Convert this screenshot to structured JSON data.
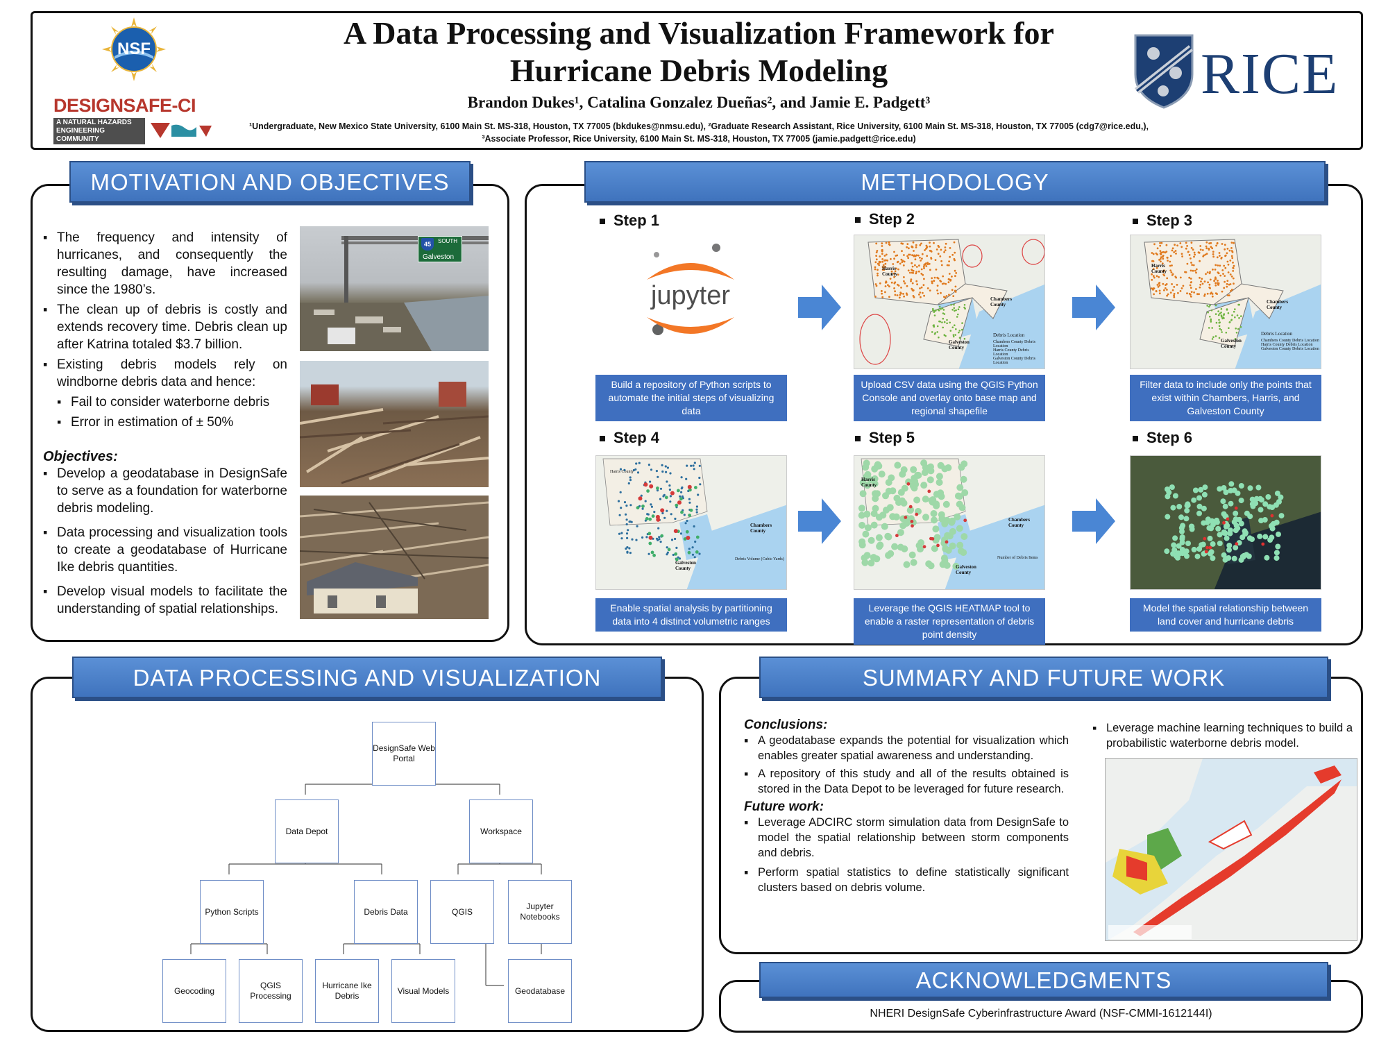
{
  "header": {
    "title_line1": "A Data Processing and Visualization Framework for",
    "title_line2": "Hurricane Debris Modeling",
    "authors": "Brandon Dukes¹, Catalina Gonzalez Dueñas², and Jamie E. Padgett³",
    "affiliation_line1": "¹Undergraduate, New Mexico State University, 6100 Main St. MS-318, Houston, TX 77005 (bkdukes@nmsu.edu), ²Graduate Research Assistant, Rice University, 6100 Main St. MS-318, Houston, TX 77005 (cdg7@rice.edu,),",
    "affiliation_line2": "³Associate Professor, Rice University, 6100 Main St. MS-318, Houston, TX 77005 (jamie.padgett@rice.edu)",
    "nsf_logo_text": "NSF",
    "designsafe_logo_text": "DESIGNSAFE-CI",
    "designsafe_tagline1": "A NATURAL HAZARDS",
    "designsafe_tagline2": "ENGINEERING COMMUNITY",
    "rice_logo_text": "RICE"
  },
  "motivation": {
    "heading": "MOTIVATION AND OBJECTIVES",
    "bullets": [
      "The frequency and intensity of hurricanes, and consequently the resulting damage, have increased since the 1980’s.",
      "The clean up of debris is costly and extends recovery time. Debris clean up  after Katrina totaled $3.7 billion.",
      "Existing debris models rely on windborne debris data and hence:"
    ],
    "sub_bullets": [
      "Fail to consider waterborne debris",
      "Error in estimation of ± 50%"
    ],
    "objectives_heading": "Objectives:",
    "objectives": [
      "Develop a geodatabase in DesignSafe to serve as a foundation for waterborne debris modeling.",
      "Data processing and visualization tools to create a geodatabase of Hurricane Ike debris quantities.",
      "Develop visual models to facilitate the understanding of spatial relationships."
    ],
    "photo_sign_top": "SOUTH",
    "photo_sign_num": "45",
    "photo_sign_city": "Galveston"
  },
  "methodology": {
    "heading": "METHODOLOGY",
    "steps": [
      {
        "label": "Step 1",
        "caption": "Build a repository of Python scripts to automate the initial steps of visualizing data"
      },
      {
        "label": "Step 2",
        "caption": "Upload CSV data using  the QGIS Python Console and  overlay onto base map and regional shapefile"
      },
      {
        "label": "Step 3",
        "caption": "Filter data to include only the points that exist within Chambers, Harris, and Galveston County"
      },
      {
        "label": "Step 4",
        "caption": "Enable spatial analysis by partitioning data into 4 distinct volumetric ranges"
      },
      {
        "label": "Step 5",
        "caption": "Leverage the QGIS HEATMAP tool to enable a raster representation of debris point density"
      },
      {
        "label": "Step 6",
        "caption": "Model the spatial relationship between land cover and hurricane debris"
      }
    ],
    "jupyter_text": "jupyter",
    "map_labels": {
      "harris": "Harris County",
      "chambers": "Chambers County",
      "galveston": "Galveston County",
      "legend_title": "Debris Location",
      "legend_items": [
        "Chambers County Debris Location",
        "Harris County Debris Location",
        "Galveston County Debris Location"
      ],
      "volume_legend": "Debris Volume (Cubic Yards)",
      "count_legend": "Number of Debris Items"
    }
  },
  "data_processing": {
    "heading": "DATA PROCESSING AND VISUALIZATION",
    "nodes": {
      "portal": "DesignSafe Web Portal",
      "depot": "Data Depot",
      "workspace": "Workspace",
      "python": "Python Scripts",
      "debris": "Debris Data",
      "qgis": "QGIS",
      "jupyter": "Jupyter Notebooks",
      "geocoding": "Geocoding",
      "qgisproc": "QGIS Processing",
      "ike": "Hurricane Ike Debris",
      "visual": "Visual Models",
      "geodb": "Geodatabase"
    }
  },
  "summary": {
    "heading": "SUMMARY AND FUTURE WORK",
    "conclusions_heading": "Conclusions:",
    "conclusions": [
      "A geodatabase expands the potential for visualization which enables greater spatial awareness and understanding.",
      "A repository of this study and all of the results obtained is stored in the Data Depot to be leveraged for future research."
    ],
    "future_heading": "Future work:",
    "future": [
      "Leverage ADCIRC storm simulation data from DesignSafe to model the spatial relationship between storm components and debris.",
      "Perform spatial statistics  to define statistically significant clusters based on debris volume."
    ],
    "right_bullet": "Leverage machine learning techniques to build a probabilistic waterborne debris model."
  },
  "acknowledgments": {
    "heading": "ACKNOWLEDGMENTS",
    "text": "NHERI DesignSafe Cyberinfrastructure Award (NSF-CMMI-1612144I)"
  },
  "colors": {
    "banner": "#4a7fcc",
    "caption": "#3f6fbf",
    "debris_orange": "#e07a1f",
    "debris_green": "#6db33f",
    "rice_navy": "#1d3f73"
  }
}
